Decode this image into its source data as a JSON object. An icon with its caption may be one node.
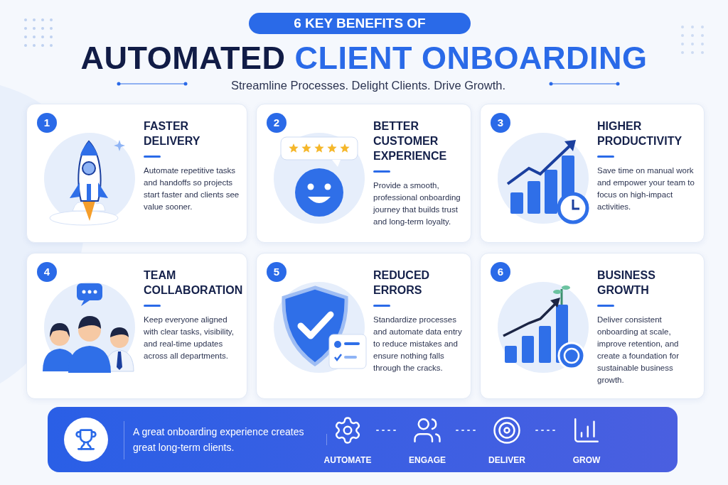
{
  "diagram": {
    "title": "AUTOMATED CLIENT ONBOARDING",
    "nodes": [
      {
        "text": [
          "1",
          "FASTER DELIVERY",
          "Automate repetitive tasks and handoffs so projects start faster and clients see value sooner."
        ]
      },
      {
        "text": [
          "2",
          "BETTER CUSTOMER EXPERIENCE",
          "Provide a smooth, professional onboarding journey that builds trust and long-term loyalty."
        ]
      },
      {
        "text": [
          "3",
          "HIGHER PRODUCTIVITY",
          "Save time on manual work and empower your team to focus on high-impact activities."
        ]
      },
      {
        "text": [
          "4",
          "TEAM COLLABORATION",
          "Keep everyone aligned with clear tasks, visibility, and real-time updates across all departments."
        ]
      },
      {
        "text": [
          "5",
          "REDUCED ERRORS",
          "Standardize processes and automate data entry to reduce mistakes and ensure nothing falls through the cracks."
        ]
      },
      {
        "text": [
          "6",
          "BUSINESS GROWTH",
          "Deliver consistent onboarding at scale, improve retention, and create a foundation for sustainable business growth."
        ]
      },
      {
        "text": [
          "A great onboarding experience creates great long-term clients."
        ]
      },
      {
        "text": [
          "AUTOMATE"
        ],
        "in": 6
      },
      {
        "text": [
          "ENGAGE"
        ],
        "in": 6
      },
      {
        "text": [
          "DELIVER"
        ],
        "in": 6
      },
      {
        "text": [
          "GROW"
        ],
        "in": 6
      }
    ],
    "edges": [
      {
        "from": 7,
        "to": 8,
        "arrow": "none",
        "style": "dashed"
      },
      {
        "from": 8,
        "to": 9,
        "arrow": "none",
        "style": "dashed"
      },
      {
        "from": 9,
        "to": 10,
        "arrow": "none",
        "style": "dashed"
      }
    ],
    "labels": [
      "6 KEY BENEFITS OF",
      "Streamline Processes. Delight Clients. Drive Growth."
    ]
  }
}
